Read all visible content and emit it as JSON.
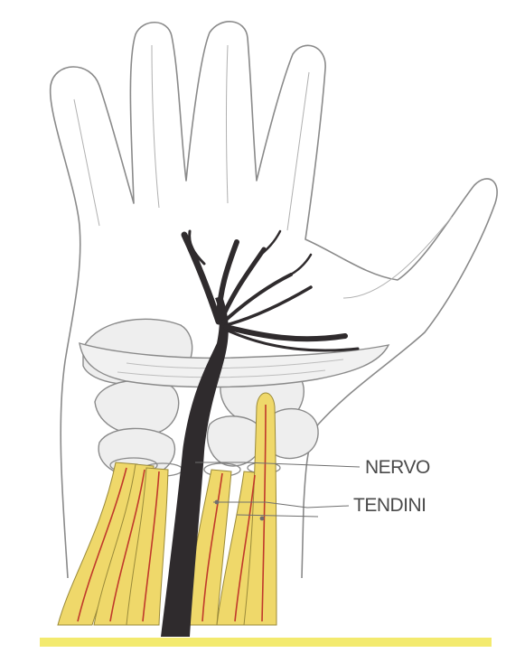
{
  "labels": {
    "nerve": "NERVO",
    "tendons": "TENDINI"
  },
  "colors": {
    "background": "#ffffff",
    "outline": "#8a8a8a",
    "hand_fill": "#ffffff",
    "carpal_bones": "#eeeeee",
    "ligament": "#f1f1f1",
    "nerve": "#2f2b2d",
    "tendons": "#efd86a",
    "tendon_veins": "#c0392b",
    "highlight_bar": "#f3ea6e",
    "label_text": "#4a4a4a"
  },
  "parts": [
    "hand-outline",
    "carpal-bones",
    "transverse-ligament",
    "median-nerve",
    "flexor-tendons"
  ]
}
